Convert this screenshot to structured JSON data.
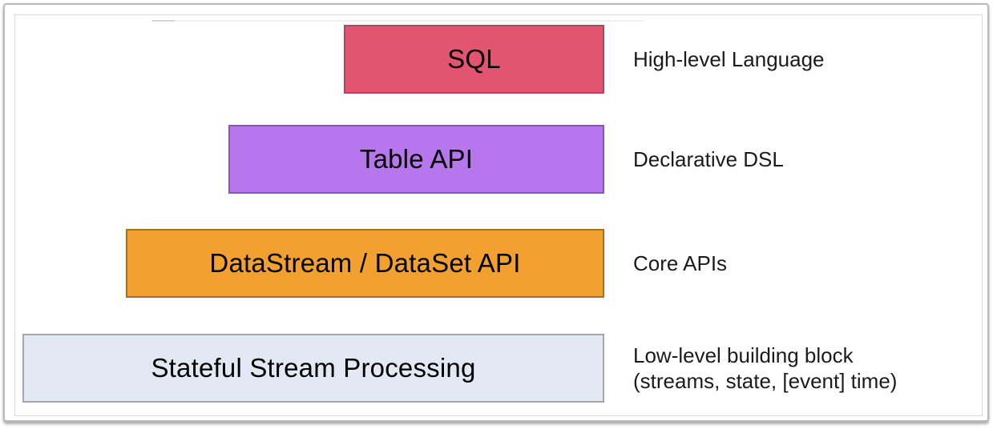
{
  "diagram": {
    "layers": [
      {
        "label": "SQL",
        "annotation": "High-level Language",
        "fill": "#e25570",
        "border": "#a8495f"
      },
      {
        "label": "Table API",
        "annotation": "Declarative DSL",
        "fill": "#b776eb",
        "border": "#8a56b3"
      },
      {
        "label": "DataStream / DataSet API",
        "annotation": "Core APIs",
        "fill": "#f2a02f",
        "border": "#a9711f"
      },
      {
        "label": "Stateful Stream Processing",
        "annotation": "Low-level building block\n(streams, state, [event] time)",
        "fill": "#e3e9f4",
        "border": "#a2a7b0"
      }
    ]
  }
}
